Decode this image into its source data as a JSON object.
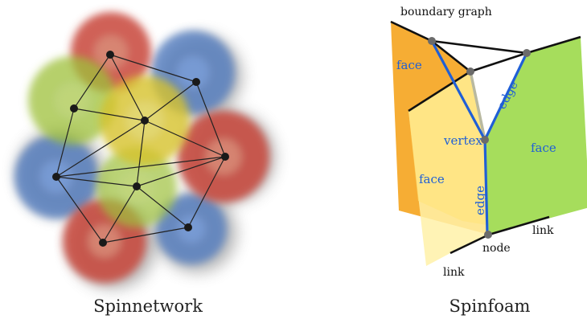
{
  "spinnetwork": {
    "caption": "Spinnetwork",
    "blob_colors": {
      "red": "#c8473a",
      "green": "#9ec03a",
      "blue": "#4a77bf",
      "yellow": "#d6c22a"
    }
  },
  "spinfoam": {
    "caption": "Spinfoam",
    "labels": {
      "boundary_graph": "boundary graph",
      "face_left": "face",
      "face_middle": "face",
      "face_right": "face",
      "edge_upper": "edge",
      "edge_lower": "edge",
      "vertex": "vertex",
      "node": "node",
      "link_right": "link",
      "link_bottom": "link"
    },
    "colors": {
      "orange_face": "#f5a623",
      "yellow_face": "#ffe57a",
      "green_face": "#a6dd5c",
      "edge_blue": "#1f5fd6"
    }
  }
}
